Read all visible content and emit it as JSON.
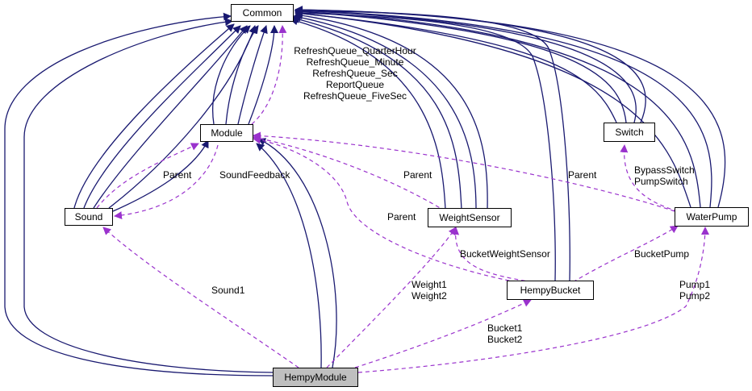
{
  "nodes": {
    "common": "Common",
    "module": "Module",
    "sound": "Sound",
    "switch": "Switch",
    "weight_sensor": "WeightSensor",
    "water_pump": "WaterPump",
    "hempy_bucket": "HempyBucket",
    "hempy_module": "HempyModule"
  },
  "edge_labels": {
    "refresh_queues": [
      "RefreshQueue_QuarterHour",
      "RefreshQueue_Minute",
      "RefreshQueue_Sec",
      "ReportQueue",
      "RefreshQueue_FiveSec"
    ],
    "parent_sound": "Parent",
    "sound_feedback": "SoundFeedback",
    "parent_weightsensor": "Parent",
    "parent_hempybucket": "Parent",
    "parent_waterpump": "Parent",
    "switch_roles": [
      "BypassSwitch",
      "PumpSwitch"
    ],
    "bucket_weight_sensor": "BucketWeightSensor",
    "bucket_pump": "BucketPump",
    "sound1": "Sound1",
    "weights": [
      "Weight1",
      "Weight2"
    ],
    "buckets": [
      "Bucket1",
      "Bucket2"
    ],
    "pumps": [
      "Pump1",
      "Pump2"
    ]
  },
  "colors": {
    "inheritance": "#191970",
    "usage": "#9a32cd",
    "focus_fill": "#bfbfbf"
  }
}
